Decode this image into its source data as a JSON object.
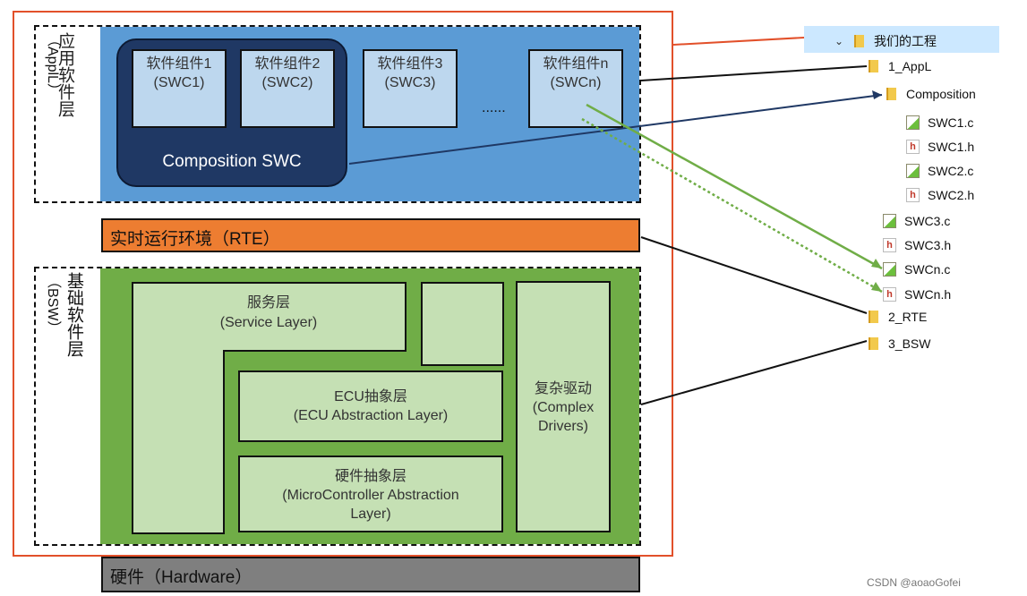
{
  "appl": {
    "label_cn": "应用软件层",
    "label_en": "（ApplL）"
  },
  "swcs": [
    {
      "cn": "软件组件1",
      "en": "(SWC1)"
    },
    {
      "cn": "软件组件2",
      "en": "(SWC2)"
    },
    {
      "cn": "软件组件3",
      "en": "(SWC3)"
    },
    {
      "cn": "软件组件n",
      "en": "(SWCn)"
    }
  ],
  "swc_dots": "......",
  "composition_label": "Composition SWC",
  "rte_label": "实时运行环境（RTE）",
  "bsw": {
    "label_cn": "基础软件层",
    "label_en": "（BSW）"
  },
  "service": {
    "cn": "服务层",
    "en": "(Service Layer)"
  },
  "ecu": {
    "cn": "ECU抽象层",
    "en": "(ECU Abstraction Layer)"
  },
  "mcal": {
    "cn": "硬件抽象层",
    "en": "(MicroController Abstraction",
    "en2": "Layer)"
  },
  "cdd": {
    "cn": "复杂驱动",
    "en": "(Complex",
    "en2": "Drivers)"
  },
  "hardware_label": "硬件（Hardware）",
  "tree": {
    "root": "我们的工程",
    "appl": "1_AppL",
    "composition": "Composition",
    "files_comp": [
      "SWC1.c",
      "SWC1.h",
      "SWC2.c",
      "SWC2.h"
    ],
    "files_appl": [
      "SWC3.c",
      "SWC3.h",
      "SWCn.c",
      "SWCn.h"
    ],
    "rte": "2_RTE",
    "bsw": "3_BSW"
  },
  "watermark": "CSDN @aoaoGofei",
  "colors": {
    "frame": "#e2502a",
    "appl": "#5b9bd5",
    "composition": "#1f3864",
    "rte": "#ed7d31",
    "bsw": "#70ad47",
    "bsw_box": "#c5e0b4",
    "hardware": "#7f7f7f",
    "swc_box": "#bdd7ee",
    "link_green": "#70ad47",
    "link_blue": "#1f3864"
  }
}
